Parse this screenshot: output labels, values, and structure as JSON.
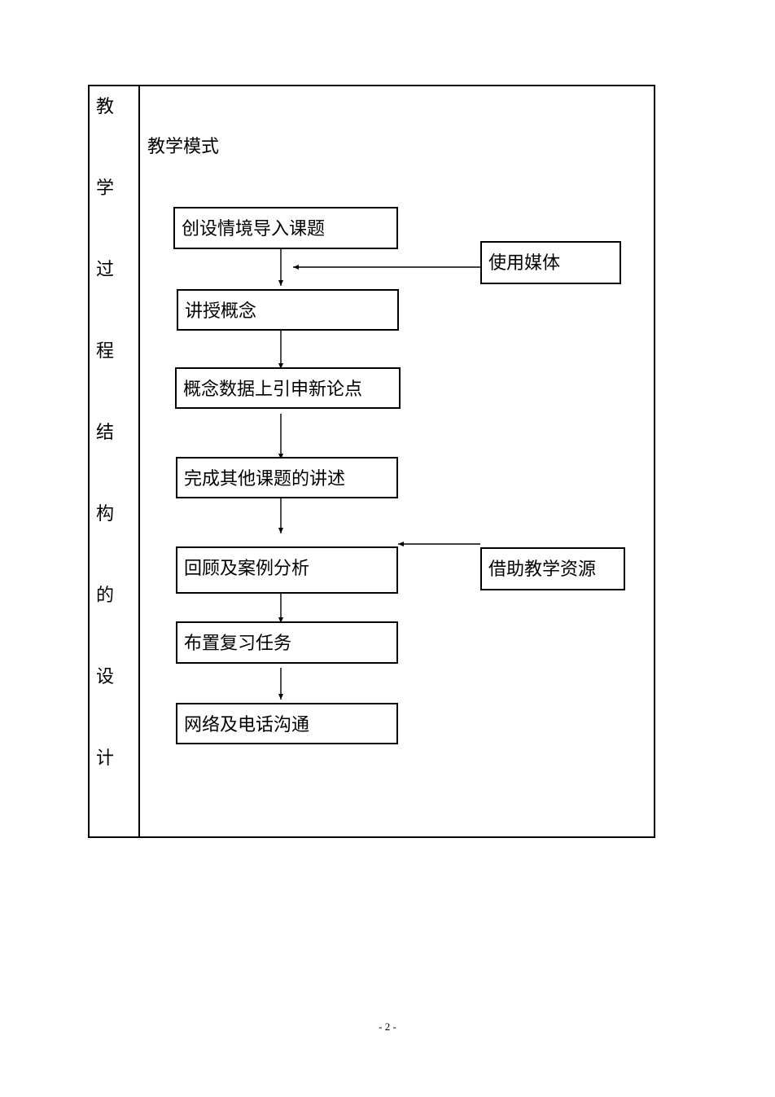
{
  "sidebar": {
    "chars": [
      "教",
      "学",
      "过",
      "程",
      "结",
      "构",
      "的",
      "设",
      "计"
    ]
  },
  "section": {
    "title": "教学模式"
  },
  "flow": {
    "steps": [
      "创设情境导入课题",
      "讲授概念",
      "概念数据上引申新论点",
      "完成其他课题的讲述",
      "回顾及案例分析",
      "布置复习任务",
      "网络及电话沟通"
    ],
    "side_inputs": [
      "使用媒体",
      "借助教学资源"
    ]
  },
  "footer": {
    "page_number": "- 2 -"
  }
}
